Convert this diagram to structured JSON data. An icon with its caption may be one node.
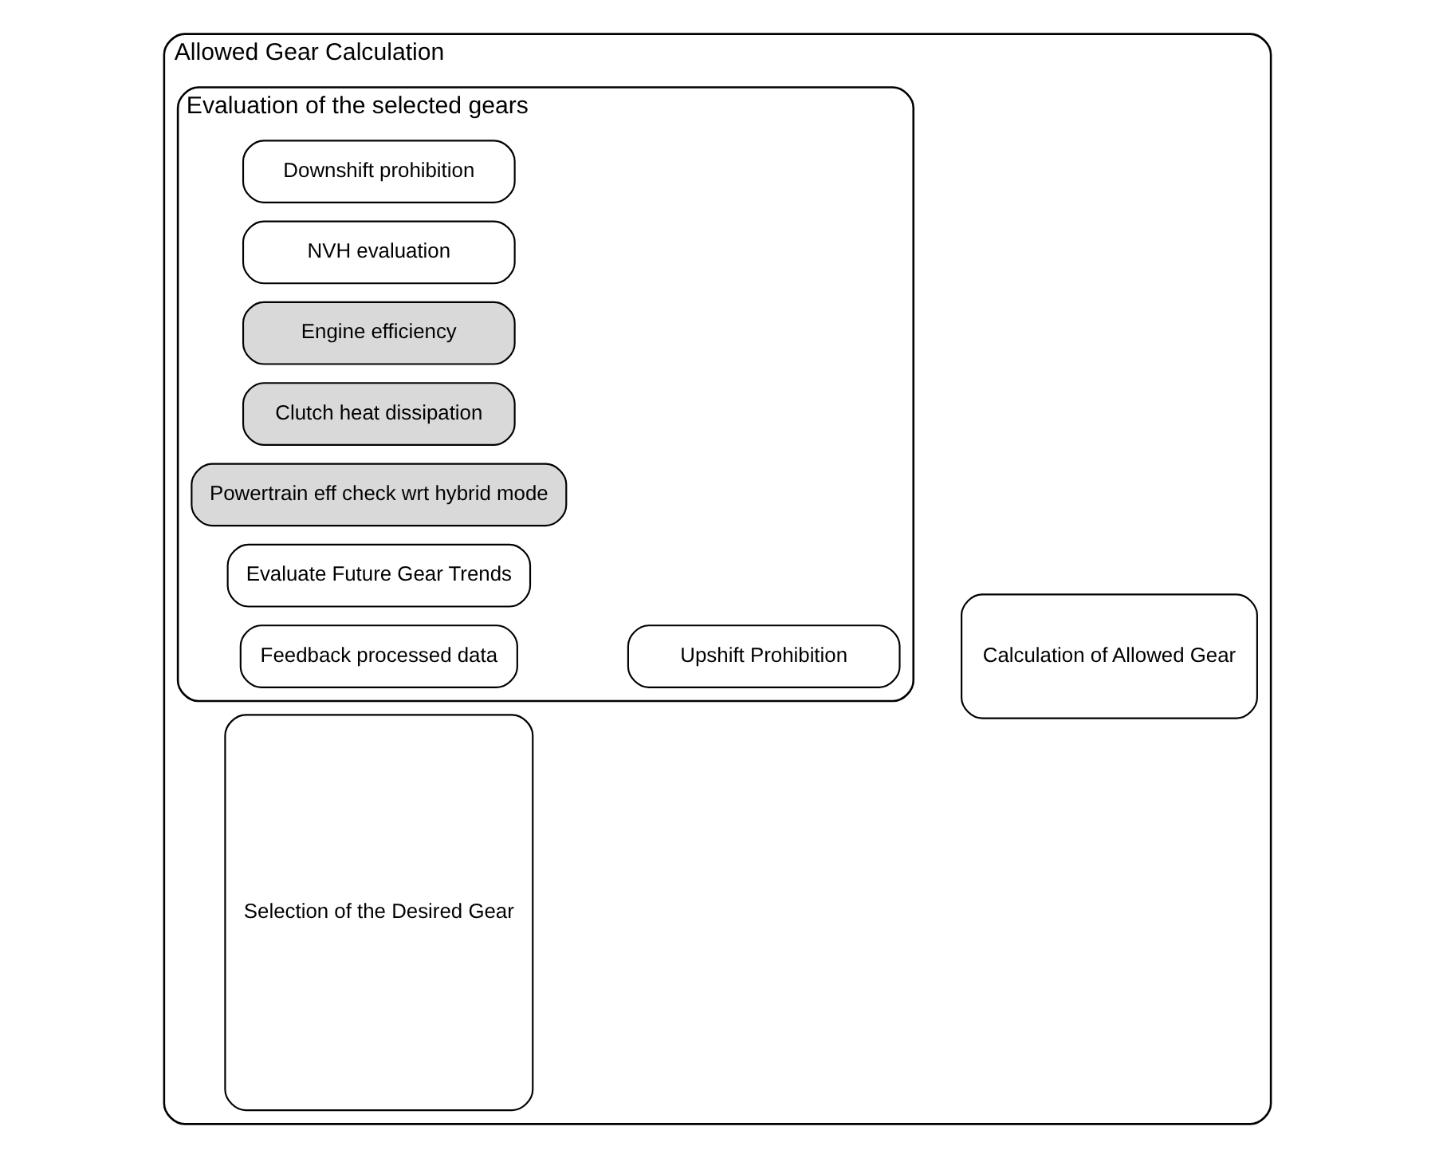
{
  "diagram": {
    "nodes": [
      {
        "text": [
          "Allowed Gear Calculation"
        ]
      },
      {
        "text": [
          "Selection of the Desired Gear"
        ],
        "in": 0
      },
      {
        "text": [
          "Evaluation of the selected gears"
        ],
        "in": 0
      },
      {
        "text": [
          "Upshift Prohibition"
        ],
        "in": 2
      },
      {
        "text": [
          "Downshift prohibition"
        ],
        "in": 2
      },
      {
        "text": [
          "NVH evaluation"
        ],
        "in": 2
      },
      {
        "text": [
          "Engine efficiency"
        ],
        "in": 2
      },
      {
        "text": [
          "Clutch heat dissipation"
        ],
        "in": 2
      },
      {
        "text": [
          "Powertrain eff check wrt hybrid mode"
        ],
        "in": 2
      },
      {
        "text": [
          "Evaluate Future Gear Trends"
        ],
        "in": 2
      },
      {
        "text": [
          "Feedback processed data"
        ],
        "in": 2
      },
      {
        "text": [
          "Calculation of Allowed Gear"
        ],
        "in": 0
      }
    ],
    "edges": []
  }
}
